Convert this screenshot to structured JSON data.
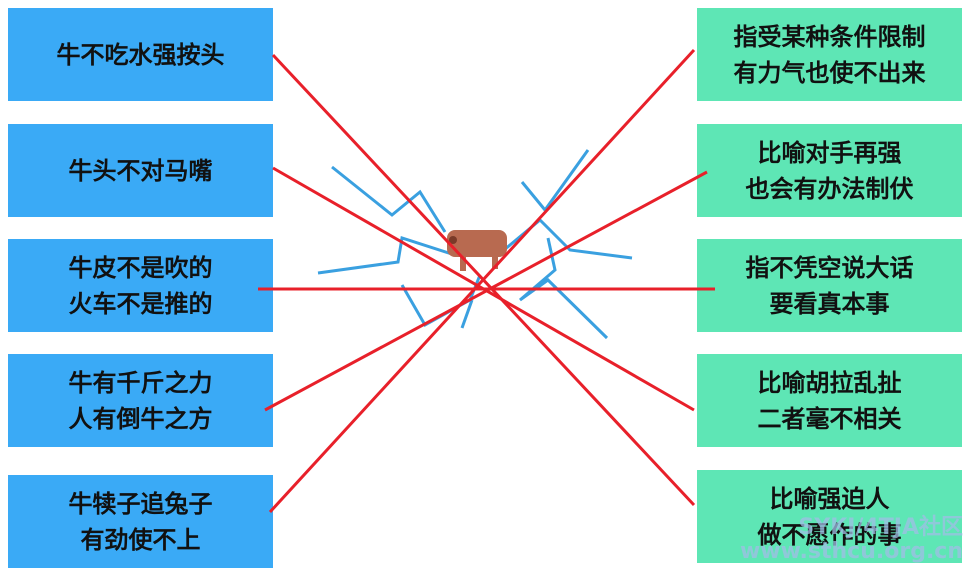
{
  "colors": {
    "left_bg": "#3aaaf6",
    "right_bg": "#5ee6b5",
    "line": "#e8202a",
    "crack": "#3aa0e0",
    "ox": "#b86a50"
  },
  "left_cards": [
    {
      "lines": [
        "牛不吃水强按头"
      ]
    },
    {
      "lines": [
        "牛头不对马嘴"
      ]
    },
    {
      "lines": [
        "牛皮不是吹的",
        "火车不是推的"
      ]
    },
    {
      "lines": [
        "牛有千斤之力",
        "人有倒牛之方"
      ]
    },
    {
      "lines": [
        "牛犊子追兔子",
        "有劲使不上"
      ]
    }
  ],
  "right_cards": [
    {
      "lines": [
        "指受某种条件限制",
        "有力气也使不出来"
      ]
    },
    {
      "lines": [
        "比喻对手再强",
        "也会有办法制伏"
      ]
    },
    {
      "lines": [
        "指不凭空说大话",
        "要看真本事"
      ]
    },
    {
      "lines": [
        "比喻胡拉乱扯",
        "二者毫不相关"
      ]
    },
    {
      "lines": [
        "比喻强迫人",
        "做不愿作的事"
      ]
    }
  ],
  "connections": [
    [
      0,
      4
    ],
    [
      1,
      3
    ],
    [
      2,
      2
    ],
    [
      3,
      1
    ],
    [
      4,
      0
    ]
  ],
  "watermark": {
    "line1": "SYKJ/4TJA社区",
    "line2": "www.sthcu.org.cn"
  }
}
